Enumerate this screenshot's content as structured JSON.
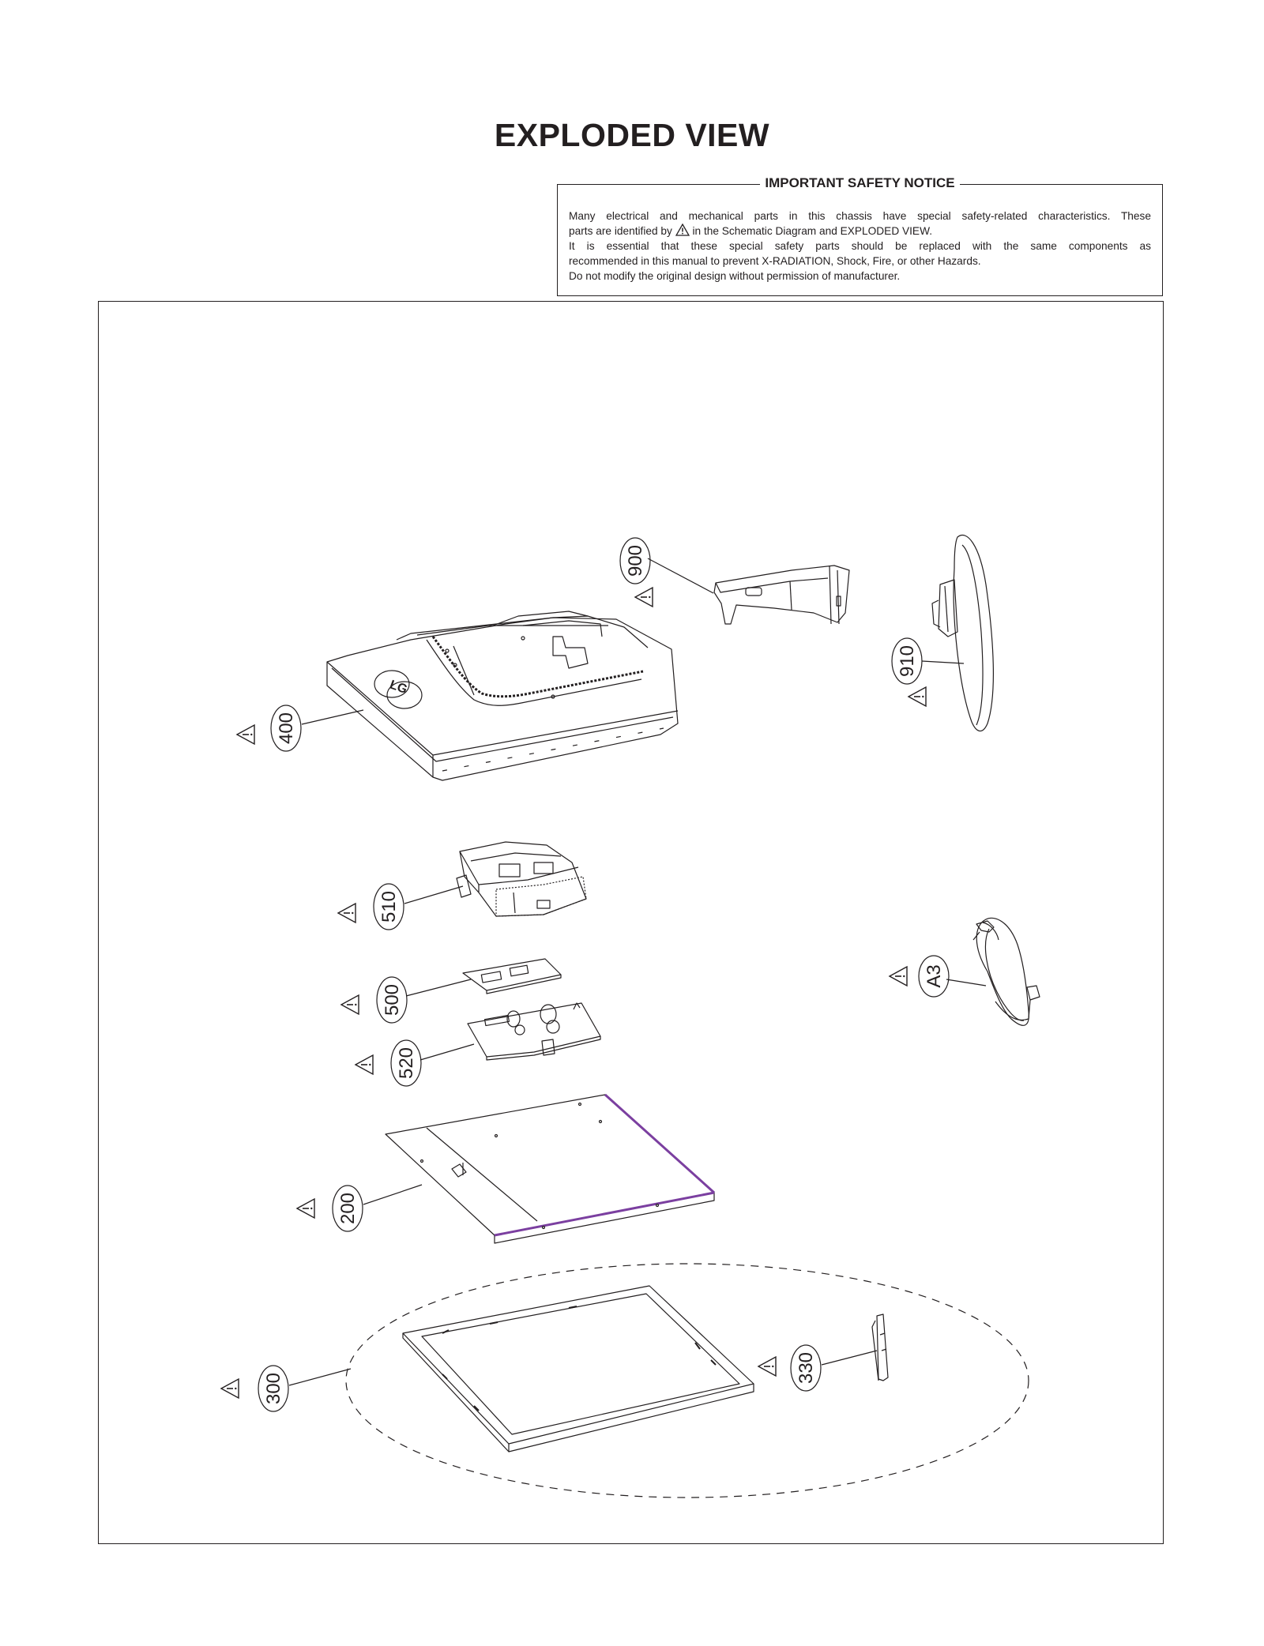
{
  "title": "EXPLODED VIEW",
  "notice": {
    "heading": "IMPORTANT SAFETY NOTICE",
    "line1": "Many electrical and mechanical parts in this chassis have special safety-related characteristics. These",
    "line2_before": "parts are identified by",
    "line2_after": "in the Schematic Diagram and EXPLODED VIEW.",
    "line3": "It is essential that these special safety parts should be replaced with the same components as",
    "line4": "recommended in this manual to prevent X-RADIATION, Shock, Fire, or other Hazards.",
    "line5": "Do not modify the original design without permission of manufacturer."
  },
  "parts": {
    "p900": "900",
    "p910": "910",
    "p400": "400",
    "p510": "510",
    "pA3": "A3",
    "p500": "500",
    "p520": "520",
    "p200": "200",
    "p330": "330",
    "p300": "300"
  },
  "icons": {
    "safety_mark": "warning-triangle-icon"
  },
  "colors": {
    "line": "#231f20",
    "panel_edge": "#7b3fa0"
  }
}
